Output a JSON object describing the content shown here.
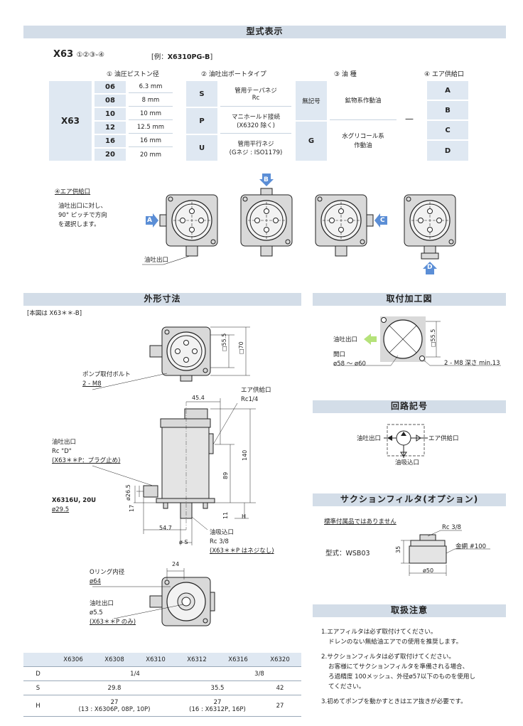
{
  "sections": {
    "model_display": "型式表示",
    "dimensions": "外形寸法",
    "mounting": "取付加工図",
    "circuit": "回路記号",
    "suction_filter": "サクションフィルタ(オプション)",
    "handling": "取扱注意"
  },
  "model": {
    "code": "X63",
    "suffix": "①②③-④",
    "example_prefix": "[例：",
    "example_code": "X6310PG-B",
    "example_suffix": "]",
    "col1_header": "① 油圧ピストン径",
    "col2_header": "② 油吐出ポートタイプ",
    "col3_header": "③ 油 種",
    "col4_header": "④ エア供給口",
    "base": "X63",
    "pistons": [
      {
        "code": "06",
        "size": "6.3 mm"
      },
      {
        "code": "08",
        "size": "8 mm"
      },
      {
        "code": "10",
        "size": "10 mm"
      },
      {
        "code": "12",
        "size": "12.5 mm"
      },
      {
        "code": "16",
        "size": "16 mm"
      },
      {
        "code": "20",
        "size": "20 mm"
      }
    ],
    "ports": [
      {
        "code": "S",
        "desc1": "管用テーパネジ",
        "desc2": "Rc"
      },
      {
        "code": "P",
        "desc1": "マニホールド接続",
        "desc2": "(X6320 除く)"
      },
      {
        "code": "U",
        "desc1": "管用平行ネジ",
        "desc2": "(Gネジ : ISO1179)"
      }
    ],
    "oils": [
      {
        "code": "無記号",
        "desc1": "鉱物系作動油",
        "desc2": ""
      },
      {
        "code": "G",
        "desc1": "水グリコール系",
        "desc2": "作動油"
      }
    ],
    "dash": "—",
    "air_ports": [
      "A",
      "B",
      "C",
      "D"
    ]
  },
  "air_note": {
    "title": "④エア供給口",
    "line1": "油吐出口に対し、",
    "line2": "90° ピッチで方向",
    "line3": "を選択します。",
    "outlet": "油吐出口",
    "labels": [
      "A",
      "B",
      "C",
      "D"
    ]
  },
  "dim": {
    "figure_note": "[本図は X63＊＊-B]",
    "bolt1": "ポンプ取付ボルト",
    "bolt2": "2 - M8",
    "sq55": "□55.5",
    "sq70": "□70",
    "air_in1": "エア供給口",
    "air_in2": "Rc1/4",
    "w454": "45.4",
    "h140": "140",
    "h89": "89",
    "h11": "11",
    "hH": "H",
    "d265": "ø26.5",
    "h17": "17",
    "w547": "54.7",
    "dS": "ø S",
    "outlet1": "油吐出口",
    "outlet2": "Rc \"D\"",
    "outlet3": "(X63＊＊P：プラグ止め)",
    "x6316": "X6316U, 20U",
    "d295": "ø29.5",
    "inlet1": "油吸込口",
    "inlet2": "Rc 3/8",
    "inlet3": "(X63＊＊P はネジなし)",
    "w24": "24",
    "oring1": "Oリング内径",
    "oring2": "ø64",
    "outletB1": "油吐出口",
    "outletB2": "ø5.5",
    "outletB3": "(X63＊＊P のみ)"
  },
  "spec_table": {
    "headers": [
      "",
      "X6306",
      "X6308",
      "X6310",
      "X6312",
      "X6316",
      "X6320"
    ],
    "rowD": {
      "label": "D",
      "v1": "1/4",
      "v2": "3/8"
    },
    "rowS": {
      "label": "S",
      "v1": "29.8",
      "v2": "35.5",
      "v3": "42"
    },
    "rowH": {
      "label": "H",
      "v1a": "27",
      "v1b": "(13 : X6306P, 08P, 10P)",
      "v2a": "27",
      "v2b": "(16 : X6312P, 16P)",
      "v3": "27"
    }
  },
  "mount": {
    "outlet": "油吐出口",
    "open1": "開口",
    "open2": "ø58 ～ ø60",
    "sq": "□55.5",
    "bolt": "2 - M8 深さ min.13"
  },
  "circuit": {
    "outlet": "油吐出口",
    "air": "エア供給口",
    "inlet": "油吸込口"
  },
  "filter": {
    "note": "標準付属品ではありません",
    "rc": "Rc 3/8",
    "mesh": "金網 #100",
    "model": "型式：WSB03",
    "h35": "35",
    "d50": "ø50"
  },
  "handling": [
    {
      "l1": "1.エアフィルタは必ず取付けてください。",
      "l2": "ドレンのない無給油エアでの使用を推奨します。",
      "l3": ""
    },
    {
      "l1": "2.サクションフィルタは必ず取付けてください。",
      "l2": "お客様にてサクションフィルタを準備される場合、",
      "l3": "ろ過精度 100メッシュ、外径ø57以下のものを使用し"
    },
    {
      "l1": "3.初めてポンプを動かすときはエア抜きが必要です。",
      "l2": "",
      "l3": ""
    }
  ],
  "handling_extra": "てください。",
  "colors": {
    "bar": "#d3dde8",
    "cell": "#dfe8f2",
    "arrow": "#5b8ed6",
    "arrow_green": "#b5e27a"
  }
}
